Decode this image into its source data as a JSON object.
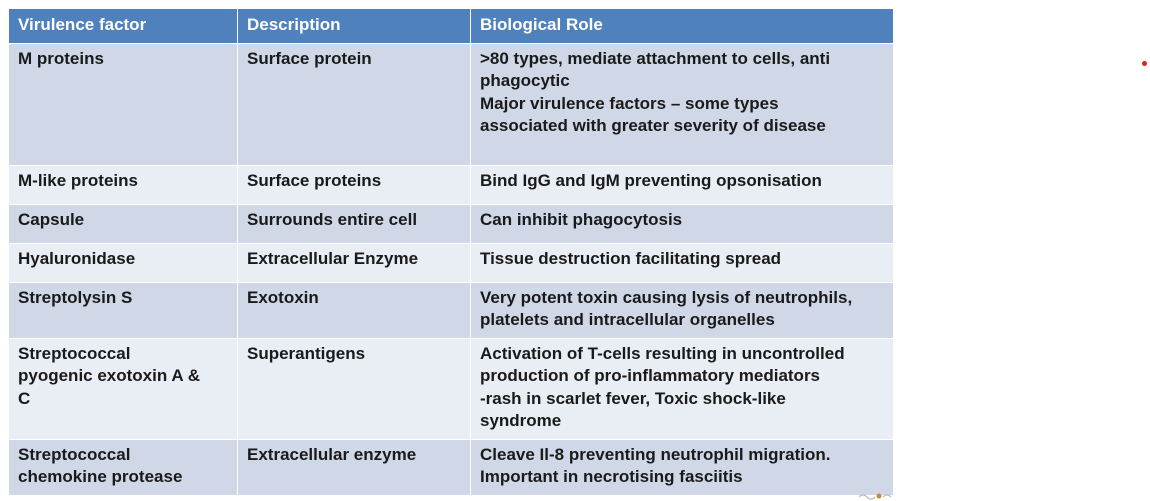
{
  "table": {
    "headers": [
      "Virulence factor",
      "Description",
      "Biological Role"
    ],
    "rows": [
      {
        "factor": [
          "M proteins"
        ],
        "description": [
          "Surface protein"
        ],
        "role": [
          ">80 types, mediate attachment to cells, anti",
          "phagocytic",
          "Major virulence factors – some types",
          "associated with greater severity of disease"
        ]
      },
      {
        "factor": [
          "M-like proteins"
        ],
        "description": [
          "Surface proteins"
        ],
        "role": [
          "Bind IgG and IgM preventing opsonisation"
        ]
      },
      {
        "factor": [
          "Capsule"
        ],
        "description": [
          "Surrounds entire cell"
        ],
        "role": [
          "Can inhibit phagocytosis"
        ]
      },
      {
        "factor": [
          "Hyaluronidase"
        ],
        "description": [
          "Extracellular Enzyme"
        ],
        "role": [
          "Tissue destruction facilitating spread"
        ]
      },
      {
        "factor": [
          "Streptolysin S"
        ],
        "description": [
          "Exotoxin"
        ],
        "role": [
          "Very potent toxin causing lysis of neutrophils,",
          "platelets and intracellular organelles"
        ]
      },
      {
        "factor": [
          "Streptococcal",
          "pyogenic exotoxin A &",
          "C"
        ],
        "description": [
          "Superantigens"
        ],
        "role": [
          "Activation of T-cells resulting in uncontrolled",
          "production of pro-inflammatory mediators",
          "-rash in scarlet fever, Toxic shock-like",
          "syndrome"
        ]
      },
      {
        "factor": [
          "Streptococcal",
          "chemokine protease"
        ],
        "description": [
          "Extracellular enzyme"
        ],
        "role": [
          "Cleave Il-8 preventing neutrophil migration.",
          "Important in necrotising fasciitis"
        ]
      }
    ]
  },
  "colors": {
    "header_bg": "#4f81bd",
    "row_odd": "#d0d8e8",
    "row_even": "#e9edf4",
    "bullet": "#e0201b"
  }
}
